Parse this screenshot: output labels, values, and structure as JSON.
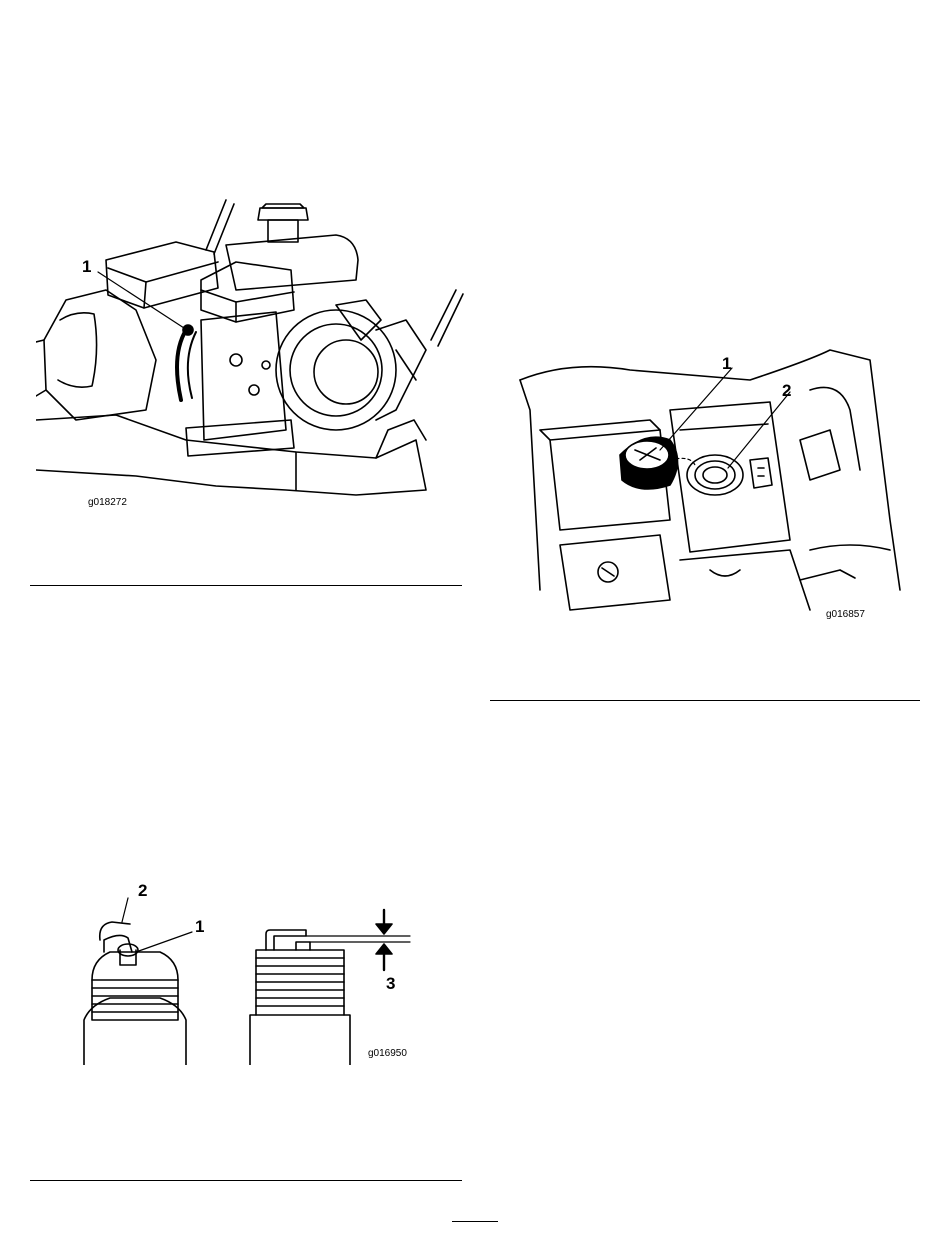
{
  "figure_engine": {
    "callouts": [
      "1"
    ],
    "code": "g018272"
  },
  "figure_fuel_cap": {
    "callouts": [
      "1",
      "2"
    ],
    "code": "g016857"
  },
  "figure_spark_plug": {
    "callouts": [
      "2",
      "1",
      "3"
    ],
    "code": "g016950"
  }
}
